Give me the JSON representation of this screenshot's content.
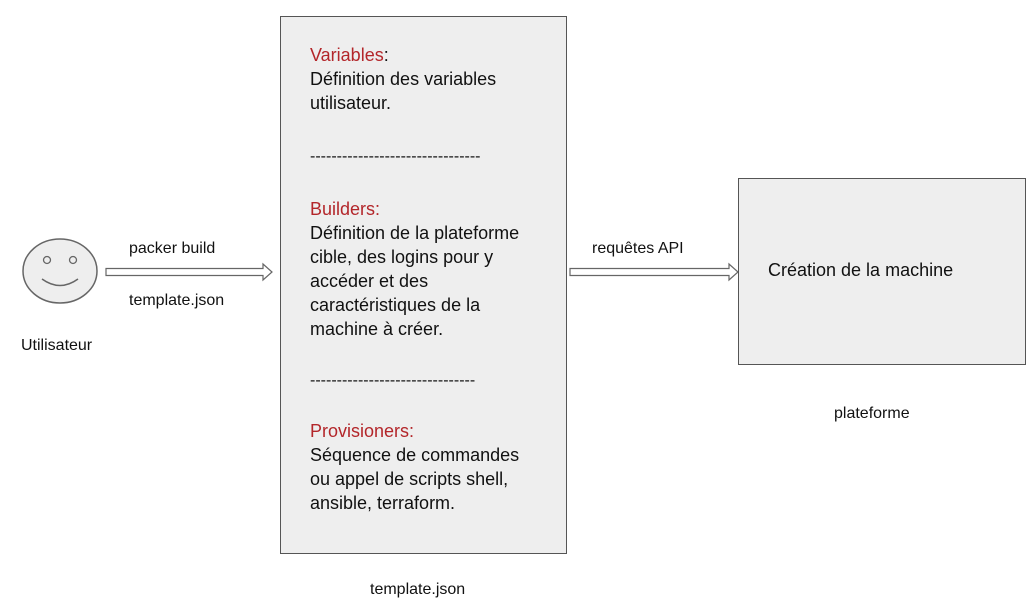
{
  "colors": {
    "keyword": "#b3262a",
    "box_fill": "#eeeeee",
    "box_stroke": "#555555",
    "arrow_stroke": "#666666"
  },
  "user": {
    "icon": "smiley-face-icon",
    "label": "Utilisateur"
  },
  "arrow_build": {
    "label_top": "packer build",
    "label_bottom": "template.json"
  },
  "template": {
    "caption": "template.json",
    "variables": {
      "title": "Variables",
      "colon": ":",
      "lines": [
        "Définition des variables",
        "utilisateur."
      ]
    },
    "separator_1": "--------------------------------",
    "builders": {
      "title": "Builders:",
      "lines": [
        "Définition de la plateforme",
        "cible, des logins pour y",
        "accéder et des",
        "caractéristiques de la",
        "machine à créer."
      ]
    },
    "separator_2": "-------------------------------",
    "provisioners": {
      "title": "Provisioners:",
      "lines": [
        "Séquence de commandes",
        "ou appel de scripts shell,",
        "ansible, terraform."
      ]
    }
  },
  "arrow_api": {
    "label": "requêtes API"
  },
  "platform": {
    "box_text": "Création de la machine",
    "caption": "plateforme"
  }
}
